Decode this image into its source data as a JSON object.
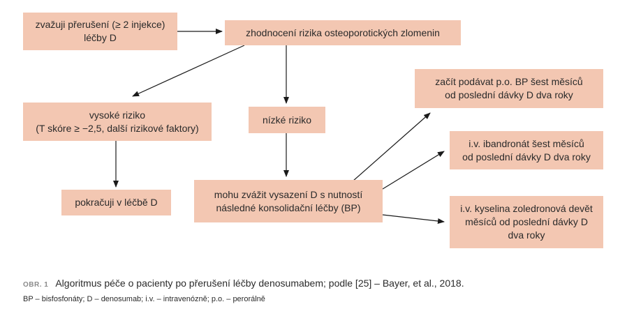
{
  "colors": {
    "box_fill": "#f3c7b2",
    "arrow": "#1a1a1a"
  },
  "nodes": {
    "stop": "zvažuji přerušení (≥ 2 injekce)\nléčby D",
    "assess": "zhodnocení rizika osteoporotických zlomenin",
    "high": "vysoké riziko\n(T skóre ≥ −2,5, další rizikové faktory)",
    "low": "nízké riziko",
    "continue": "pokračuji v léčbě D",
    "consider": "mohu zvážit vysazení D s nutností\nnásledné konsolidační léčby (BP)",
    "po": "začít podávat p.o. BP šest měsíců\nod poslední dávky D dva roky",
    "iv_iband": "i.v. ibandronát šest měsíců\nod poslední dávky D dva roky",
    "iv_zol": "i.v. kyselina zoledronová devět\nměsíců od poslední dávky D\ndva roky"
  },
  "caption": {
    "label": "OBR. 1",
    "text": "Algoritmus péče o pacienty po přerušení léčby denosumabem; podle [25] – Bayer, et al., 2018."
  },
  "legend": "BP – bisfosfonáty; D – denosumab; i.v. – intravenózně; p.o. – perorálně"
}
